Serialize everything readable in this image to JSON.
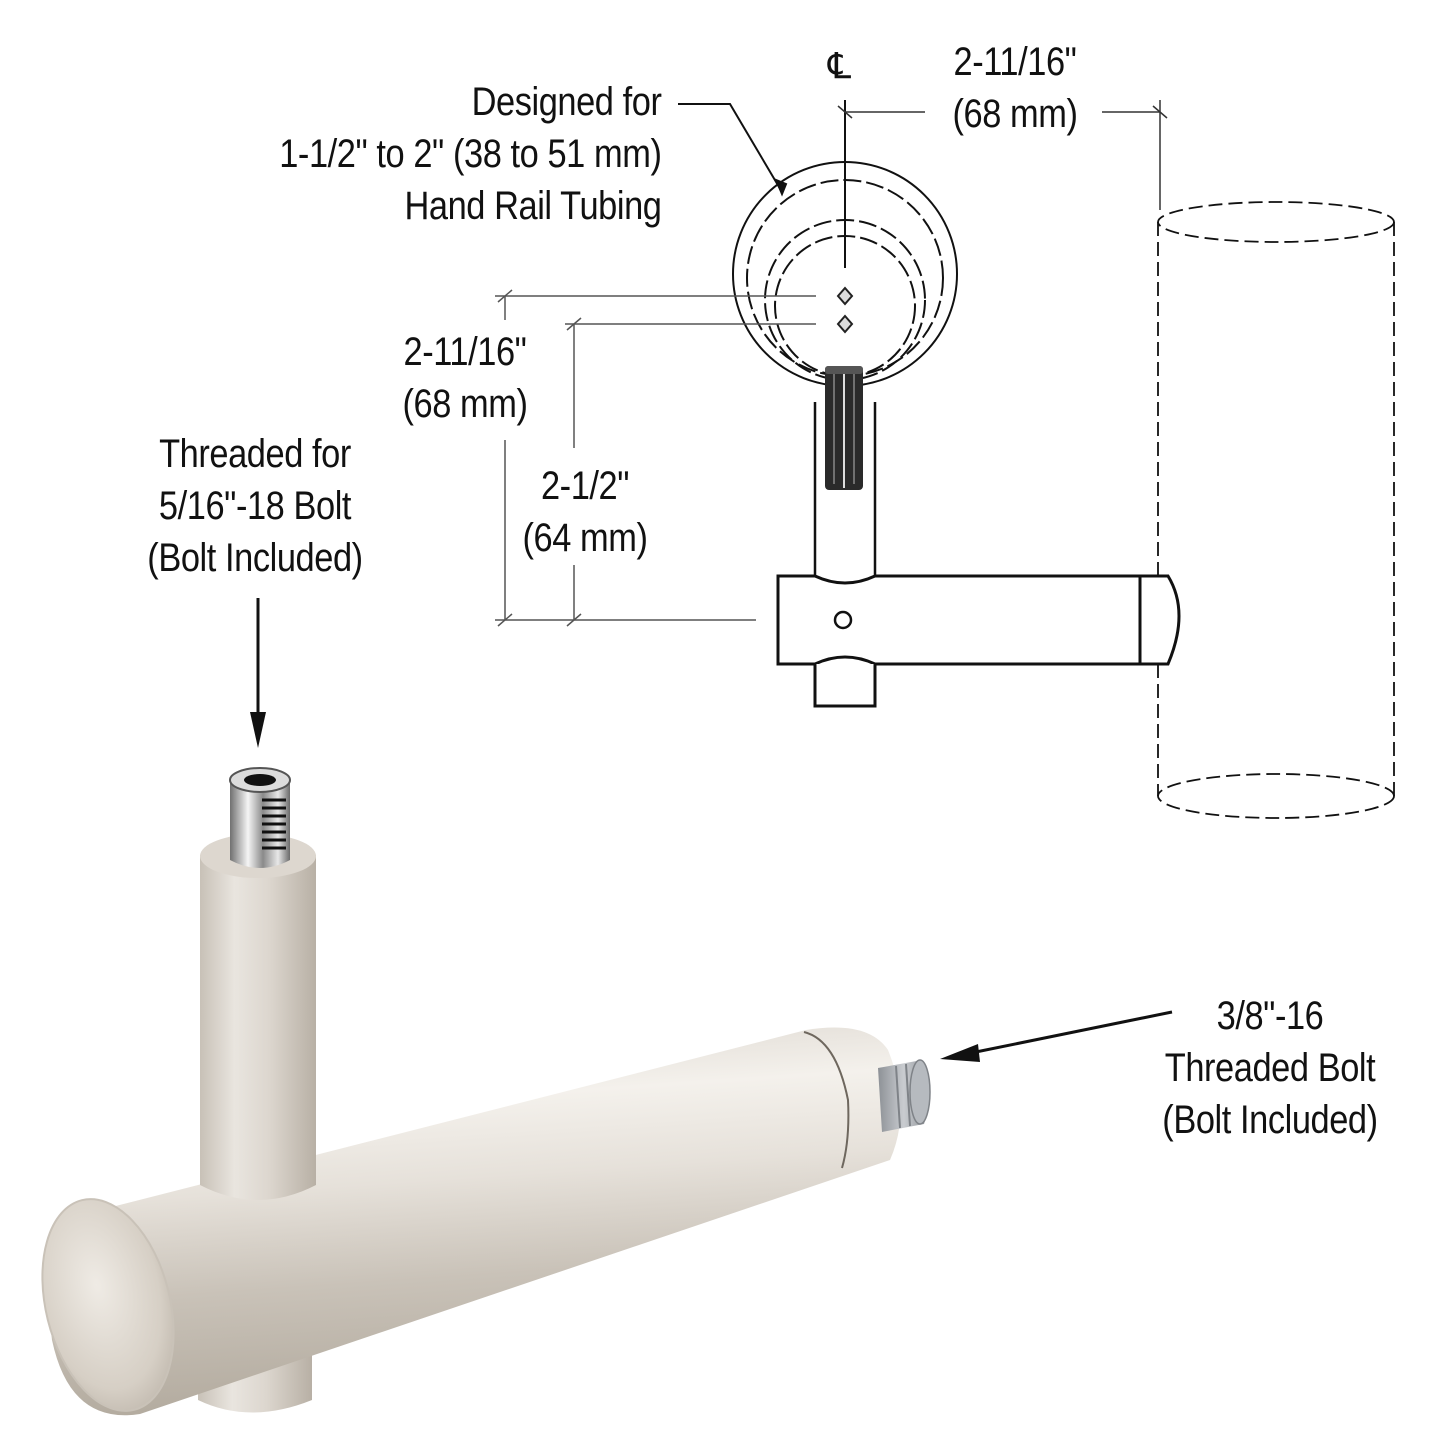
{
  "diagram": {
    "title": "Hand Rail Bracket Dimension Drawing",
    "colors": {
      "line": "#111111",
      "dimension_line": "#555555",
      "metal_light": "#ece8e2",
      "metal_mid": "#d6d0c8",
      "metal_dark": "#b9b2a8",
      "bolt_chrome": "#9a9a9a",
      "bolt_gray": "#a8acb0"
    },
    "centerline_symbol": "℄",
    "annotations": {
      "tubing": {
        "lines": [
          "Designed for",
          "1-1/2\" to 2\" (38 to 51 mm)",
          "Hand Rail Tubing"
        ]
      },
      "horizontal_projection": {
        "lines": [
          "2-11/16\"",
          "(68 mm)"
        ]
      },
      "vertical_height_total": {
        "lines": [
          "2-11/16\"",
          "(68 mm)"
        ]
      },
      "vertical_height_post": {
        "lines": [
          "2-1/2\"",
          "(64 mm)"
        ]
      },
      "top_thread": {
        "lines": [
          "Threaded for",
          "5/16\"-18 Bolt",
          "(Bolt Included)"
        ]
      },
      "side_thread": {
        "lines": [
          "3/8\"-16",
          "Threaded Bolt",
          "(Bolt Included)"
        ]
      }
    },
    "components": [
      "handrail-tube-circles",
      "bracket-post",
      "bracket-body",
      "wall-post-dashed-cylinder",
      "product-photo-bracket"
    ]
  }
}
